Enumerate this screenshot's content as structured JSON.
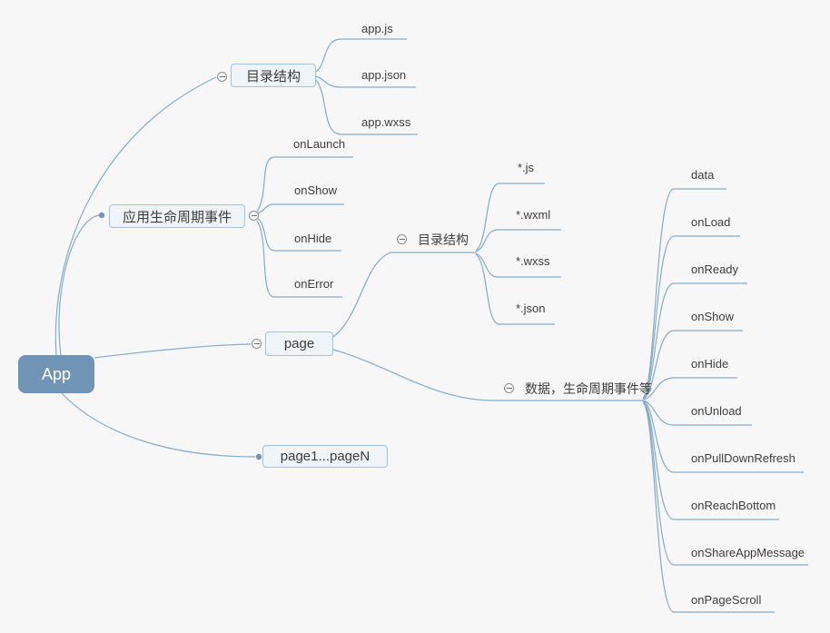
{
  "palette": {
    "background": "#f7f7f7",
    "root_fill": "#6f94b5",
    "root_text": "#ffffff",
    "node_fill": "#eff4f8",
    "node_border": "#a3c1da",
    "line": "#85abc8",
    "text": "#3d3d3d"
  },
  "icons": {
    "collapse": "minus-circle-icon",
    "connection": "dot"
  },
  "mindmap": {
    "root": {
      "label": "App"
    },
    "branches": [
      {
        "label": "目录结构",
        "children": [
          {
            "label": "app.js"
          },
          {
            "label": "app.json"
          },
          {
            "label": "app.wxss"
          }
        ]
      },
      {
        "label": "应用生命周期事件",
        "children": [
          {
            "label": "onLaunch"
          },
          {
            "label": "onShow"
          },
          {
            "label": "onHide"
          },
          {
            "label": "onError"
          }
        ]
      },
      {
        "label": "page",
        "children": [
          {
            "label": "目录结构",
            "children": [
              {
                "label": "*.js"
              },
              {
                "label": "*.wxml"
              },
              {
                "label": "*.wxss"
              },
              {
                "label": "*.json"
              }
            ]
          },
          {
            "label": "数据，生命周期事件等",
            "children": [
              {
                "label": "data"
              },
              {
                "label": "onLoad"
              },
              {
                "label": "onReady"
              },
              {
                "label": "onShow"
              },
              {
                "label": "onHide"
              },
              {
                "label": "onUnload"
              },
              {
                "label": "onPullDownRefresh"
              },
              {
                "label": "onReachBottom"
              },
              {
                "label": "onShareAppMessage"
              },
              {
                "label": "onPageScroll"
              }
            ]
          }
        ]
      },
      {
        "label": "page1...pageN",
        "children": []
      }
    ]
  }
}
